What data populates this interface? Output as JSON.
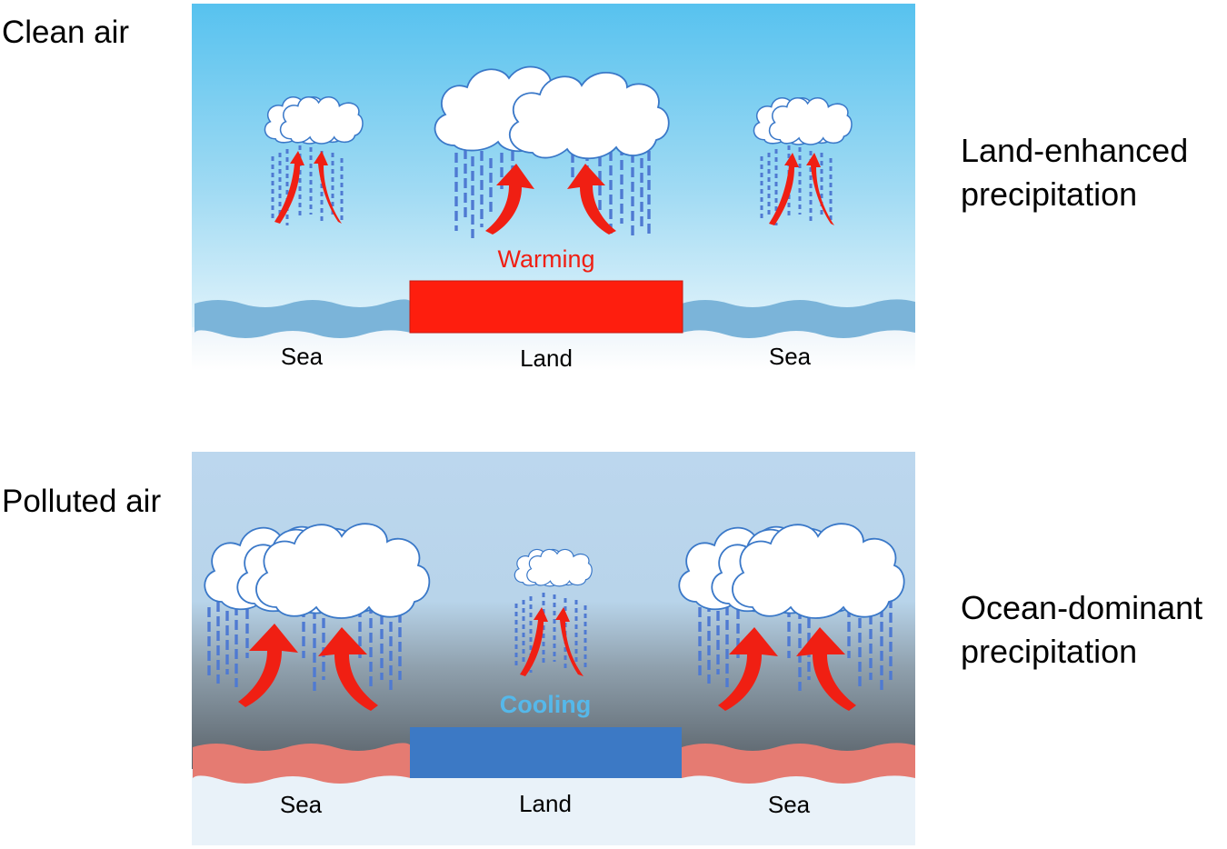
{
  "panels": [
    {
      "id": "clean",
      "title": "Clean air",
      "description_line1": "Land-enhanced",
      "description_line2": "precipitation",
      "surface_label": "Warming",
      "labels": {
        "left": "Sea",
        "center": "Land",
        "right": "Sea"
      },
      "colors": {
        "sky_top": "#57c2ef",
        "sky_mid": "#9fdaf3",
        "sky_bottom": "#f4fafd",
        "sea": "#7bb4d9",
        "land": "#fe1e0e",
        "surface_text": "#f01f13",
        "arrow": "#f01f13",
        "rain": "#4f7ad2",
        "cloud_stroke": "#3a78c8"
      }
    },
    {
      "id": "polluted",
      "title": "Polluted air",
      "description_line1": "Ocean-dominant",
      "description_line2": "precipitation",
      "surface_label": "Cooling",
      "labels": {
        "left": "Sea",
        "center": "Land",
        "right": "Sea"
      },
      "colors": {
        "sky_top": "#bcd7ee",
        "sky_mid": "#8fa0ad",
        "sky_bottom": "#313336",
        "sea": "#e57b72",
        "land": "#3c79c5",
        "surface_text": "#55b8ea",
        "arrow": "#f01f13",
        "rain": "#4f7ad2",
        "cloud_stroke": "#3a78c8",
        "ground": "#e9f2f9"
      }
    }
  ]
}
